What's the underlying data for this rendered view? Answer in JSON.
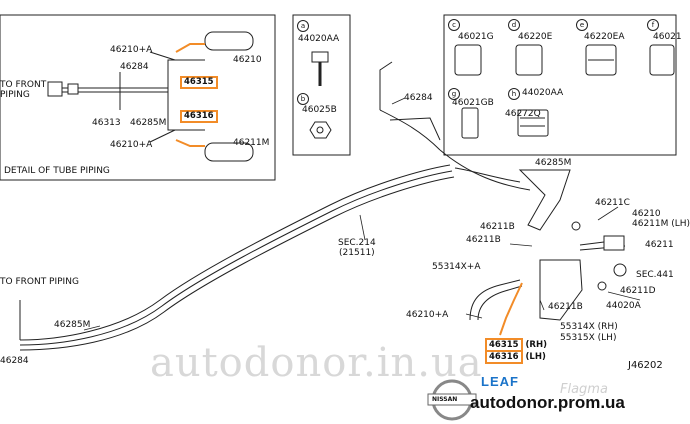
{
  "detail_panel": {
    "to_front_piping": "TO FRONT\nPIPING",
    "caption": "DETAIL OF TUBE PIPING",
    "labels": [
      "46210+A",
      "46284",
      "46313",
      "46285M",
      "46210+A",
      "46210",
      "46211M"
    ],
    "highlight_top": "46315",
    "highlight_bottom": "46316"
  },
  "parts_boxes": {
    "box1": [
      {
        "circle": "a",
        "part": "44020AA"
      },
      {
        "circle": "b",
        "part": "46025B"
      }
    ],
    "box2": [
      {
        "circle": "c",
        "part": "46021G"
      },
      {
        "circle": "d",
        "part": "46220E"
      },
      {
        "circle": "e",
        "part": "46220EA"
      },
      {
        "circle": "f",
        "part": "46021"
      },
      {
        "circle": "g",
        "part": "46021GB"
      },
      {
        "circle": "h",
        "part": "44020AA"
      },
      {
        "circle": "",
        "part": "46272Q"
      }
    ]
  },
  "main_labels": {
    "p46284_top": "46284",
    "p46285M_right": "46285M",
    "sec214": "SEC.214\n(21511)",
    "to_front_piping": "TO FRONT PIPING",
    "p46285M_left": "46285M",
    "p46284_left": "46284",
    "p46211B_1": "46211B",
    "p46211B_2": "46211B",
    "p55314XA": "55314X+A",
    "p46210A": "46210+A",
    "p46211B_3": "46211B",
    "p55314X": "55314X (RH)",
    "p55315X": "55315X (LH)",
    "p46211C": "46211C",
    "p46210": "46210",
    "p46211M_lh": "46211M (LH)",
    "p46211": "46211",
    "sec441": "SEC.441",
    "p46211D": "46211D",
    "p44020A": "44020A"
  },
  "highlights_bottom": {
    "rh": "46315",
    "rh_suffix": "(RH)",
    "lh": "46316",
    "lh_suffix": "(LH)"
  },
  "diagram_code": "J46202",
  "leaf_logo": "LEAF",
  "nissan_logo": "NISSAN",
  "watermark": "autodonor.in.ua",
  "watermark_small": "Flagma",
  "brand_url": "autodonor.prom.ua",
  "colors": {
    "highlight": "#f28c28",
    "leaf_blue": "#1a73c9",
    "line": "#222222"
  }
}
